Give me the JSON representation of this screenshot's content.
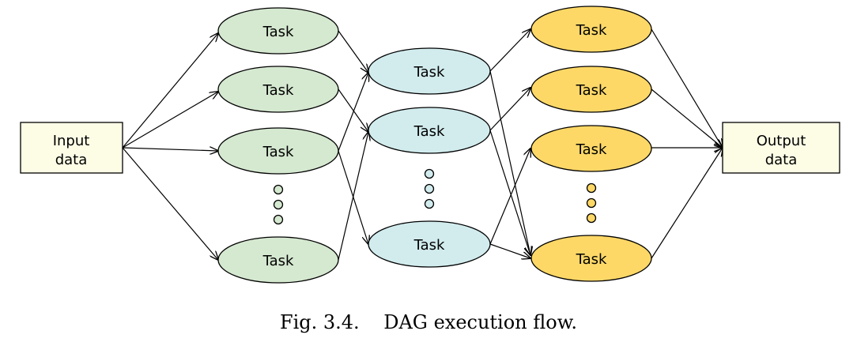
{
  "diagram": {
    "input": {
      "line1": "Input",
      "line2": "data"
    },
    "output": {
      "line1": "Output",
      "line2": "data"
    },
    "task_label": "Task",
    "caption": "Fig. 3.4.    DAG execution flow.",
    "colors": {
      "stage1": "#d5e8d0",
      "stage2": "#d2ecee",
      "stage3": "#fdd867",
      "box": "#fdfde6"
    }
  }
}
